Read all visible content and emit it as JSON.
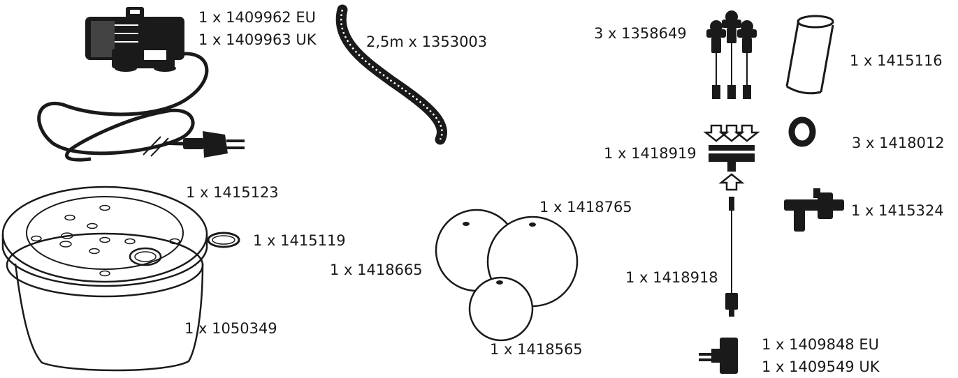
{
  "colors": {
    "ink": "#1a1a1a",
    "paper": "#ffffff"
  },
  "labels": {
    "pump_eu": "1 x 1409962 EU",
    "pump_uk": "1 x 1409963 UK",
    "hose": "2,5m x 1353003",
    "led_spots": "3 x 1358649",
    "tube": "1 x 1415116",
    "distributor": "1 x 1418919",
    "o_ring": "3 x 1418012",
    "t_connector": "1 x 1415324",
    "cable": "1 x 1418918",
    "transformer_eu": "1 x 1409848 EU",
    "transformer_uk": "1 x 1409549 UK",
    "basin_lid": "1 x 1415123",
    "seal_ring": "1 x 1415119",
    "basin": "1 x 1050349",
    "ball_large": "1 x 1418765",
    "ball_medium": "1 x 1418665",
    "ball_small": "1 x 1418565"
  }
}
